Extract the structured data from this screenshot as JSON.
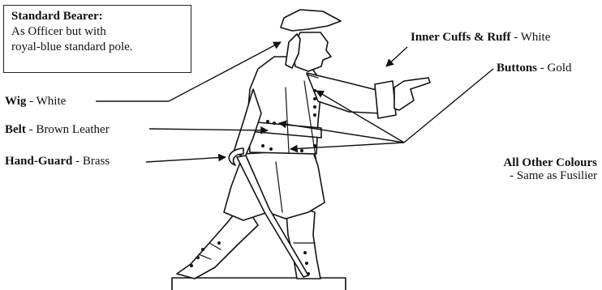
{
  "info_box": {
    "title": "Standard Bearer:",
    "line1": "As Officer but with",
    "line2": "royal-blue standard pole."
  },
  "labels": {
    "wig": {
      "term": "Wig",
      "sep": " - ",
      "value": "White"
    },
    "belt": {
      "term": "Belt",
      "sep": " - ",
      "value": "Brown Leather"
    },
    "hand_guard": {
      "term": "Hand-Guard",
      "sep": " - ",
      "value": "Brass"
    },
    "inner_cuffs": {
      "term": "Inner Cuffs & Ruff",
      "sep": " - ",
      "value": "White"
    },
    "buttons": {
      "term": "Buttons",
      "sep": " - ",
      "value": "Gold"
    },
    "all_other": {
      "term": "All Other Colours",
      "value": "- Same as Fusilier"
    }
  },
  "colors": {
    "ink": "#111111",
    "figure_fill": "#ffffff",
    "background": "#ffffff"
  }
}
